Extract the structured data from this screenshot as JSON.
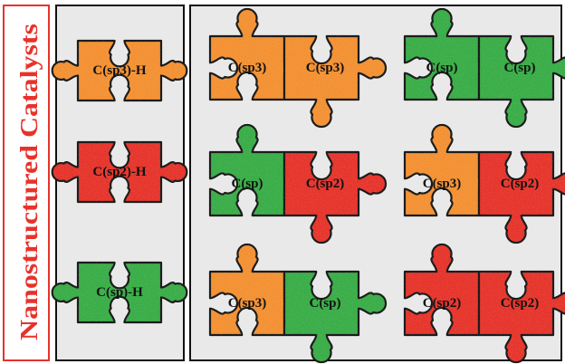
{
  "sidebar": {
    "title": "Nanostructured Catalysts"
  },
  "colors": {
    "orange": "#f39133",
    "red": "#e6352c",
    "green": "#3aad48",
    "panel": "#e9e9e9",
    "title": "#e8322b"
  },
  "reactants": [
    {
      "label": "C(sp3)-H",
      "color": "orange"
    },
    {
      "label": "C(sp2)-H",
      "color": "red"
    },
    {
      "label": "C(sp)-H",
      "color": "green"
    }
  ],
  "couplings": [
    {
      "left": {
        "label": "C(sp3)",
        "color": "orange"
      },
      "right": {
        "label": "C(sp3)",
        "color": "orange"
      }
    },
    {
      "left": {
        "label": "C(sp)",
        "color": "green"
      },
      "right": {
        "label": "C(sp)",
        "color": "green"
      }
    },
    {
      "left": {
        "label": "C(sp)",
        "color": "green"
      },
      "right": {
        "label": "C(sp2)",
        "color": "red"
      }
    },
    {
      "left": {
        "label": "C(sp3)",
        "color": "orange"
      },
      "right": {
        "label": "C(sp2)",
        "color": "red"
      }
    },
    {
      "left": {
        "label": "C(sp3)",
        "color": "orange"
      },
      "right": {
        "label": "C(sp)",
        "color": "green"
      }
    },
    {
      "left": {
        "label": "C(sp2)",
        "color": "red"
      },
      "right": {
        "label": "C(sp2)",
        "color": "red"
      }
    }
  ]
}
